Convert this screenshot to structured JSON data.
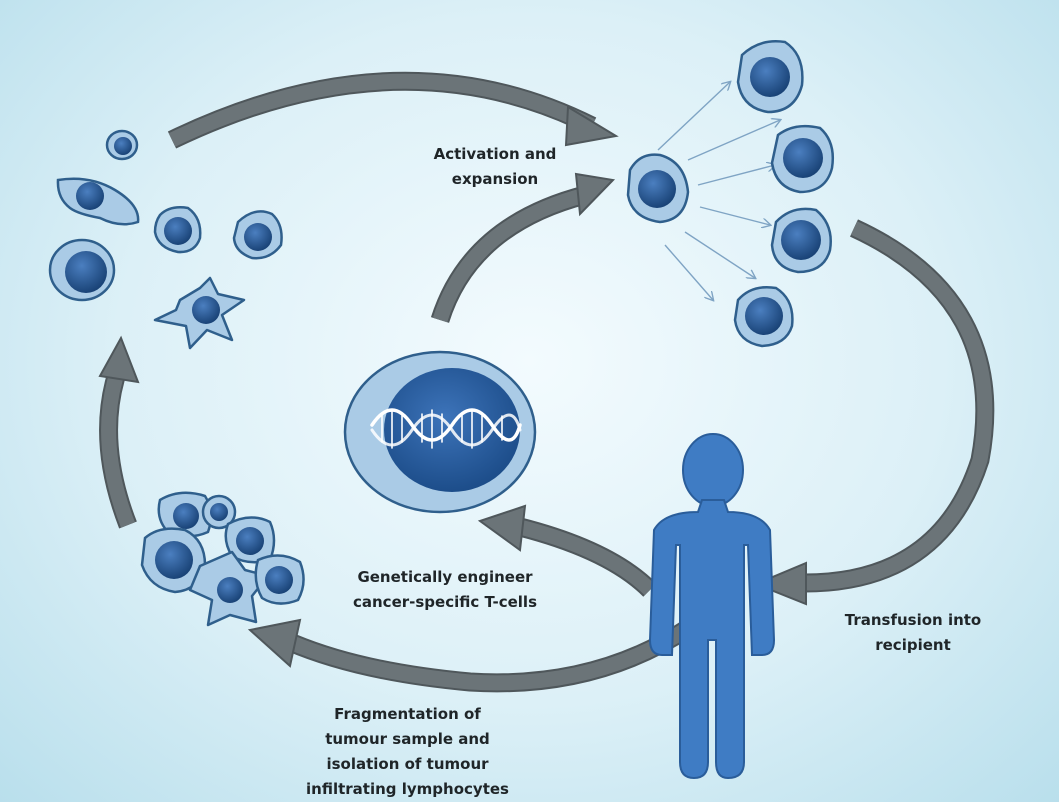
{
  "labels": {
    "activation": [
      "Activation and",
      "expansion"
    ],
    "engineer": [
      "Genetically engineer",
      "cancer-specific T-cells"
    ],
    "transfusion": [
      "Transfusion into",
      "recipient"
    ],
    "fragmentation": [
      "Fragmentation of",
      "tumour sample and",
      "isolation of tumour",
      "infiltrating lymphocytes"
    ]
  },
  "colors": {
    "arrow": "#6b7478",
    "arrow_outline": "#4f575b",
    "cell_fill": "#aacbe6",
    "cell_outline": "#2f5f8c",
    "nucleus": "#2c5a8e",
    "person": "#3f7cc4",
    "thin_arrow": "#7fa4c4"
  }
}
